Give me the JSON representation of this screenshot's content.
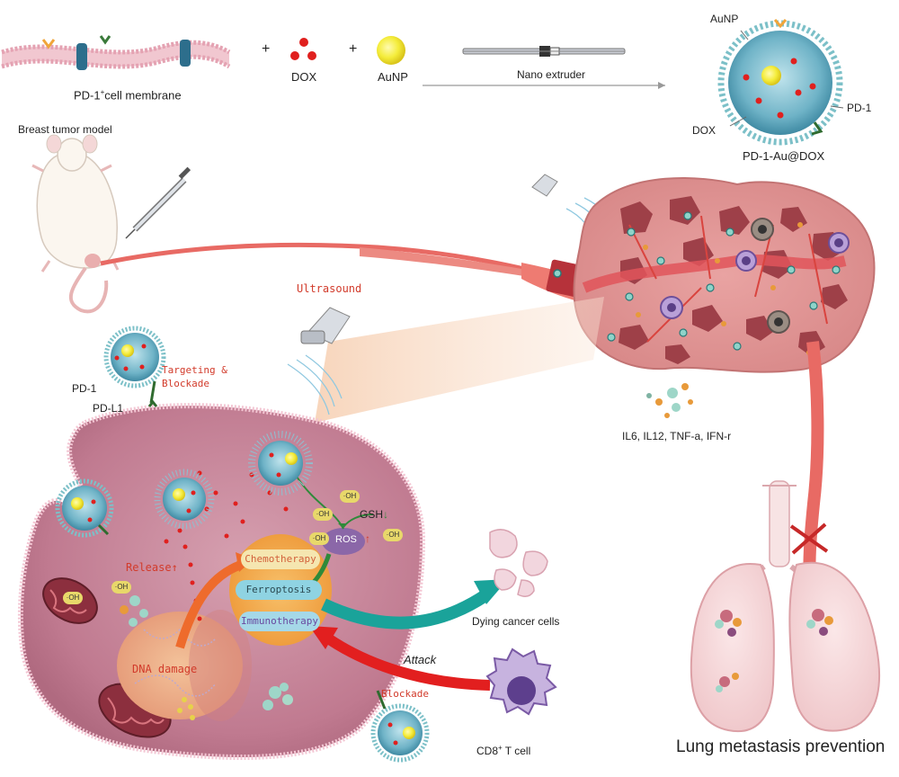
{
  "top": {
    "membrane_label": "PD-1",
    "membrane_sup": "+",
    "membrane_label_rest": "cell membrane",
    "plus": "+",
    "dox_label": "DOX",
    "aunp_label": "AuNP",
    "extruder_label": "Nano extruder",
    "np_aunp": "AuNP",
    "np_dox": "DOX",
    "np_pd1": "PD-1",
    "np_name": "PD-1-Au@DOX"
  },
  "model": {
    "title": "Breast tumor model",
    "ultrasound": "Ultrasound",
    "cytokines": "IL6, IL12, TNF-a, IFN-r"
  },
  "cell": {
    "targeting": "Targeting &",
    "blockade_top": "Blockade",
    "pd1": "PD-1",
    "pdl1": "PD-L1",
    "release": "Release",
    "release_arrow": "↑",
    "ros": "ROS",
    "ros_arrow": "↑",
    "gsh": "GSH",
    "gsh_arrow": "↓",
    "oh": "·OH",
    "chemo": "Chemotherapy",
    "ferro": "Ferroptosis",
    "immuno": "Immunotherapy",
    "dna": "DNA damage",
    "blockade_bottom": "Blockade",
    "attack": "Attack"
  },
  "right": {
    "dying": "Dying cancer cells",
    "tcell": "CD8",
    "tcell_sup": "+",
    "tcell_rest": " T cell",
    "lung": "Lung metastasis prevention"
  },
  "colors": {
    "membrane_pink": "#d78ea4",
    "cell_fill": "#c47a8f",
    "vessel_red": "#e86a64",
    "np_blue": "#5aa0b8",
    "au_yellow": "#f4ec3a",
    "dox_red": "#e0201e",
    "therapy_orange": "#f2a54a",
    "teal_arrow": "#1aa39a",
    "ros_purple": "#8b67a8"
  }
}
